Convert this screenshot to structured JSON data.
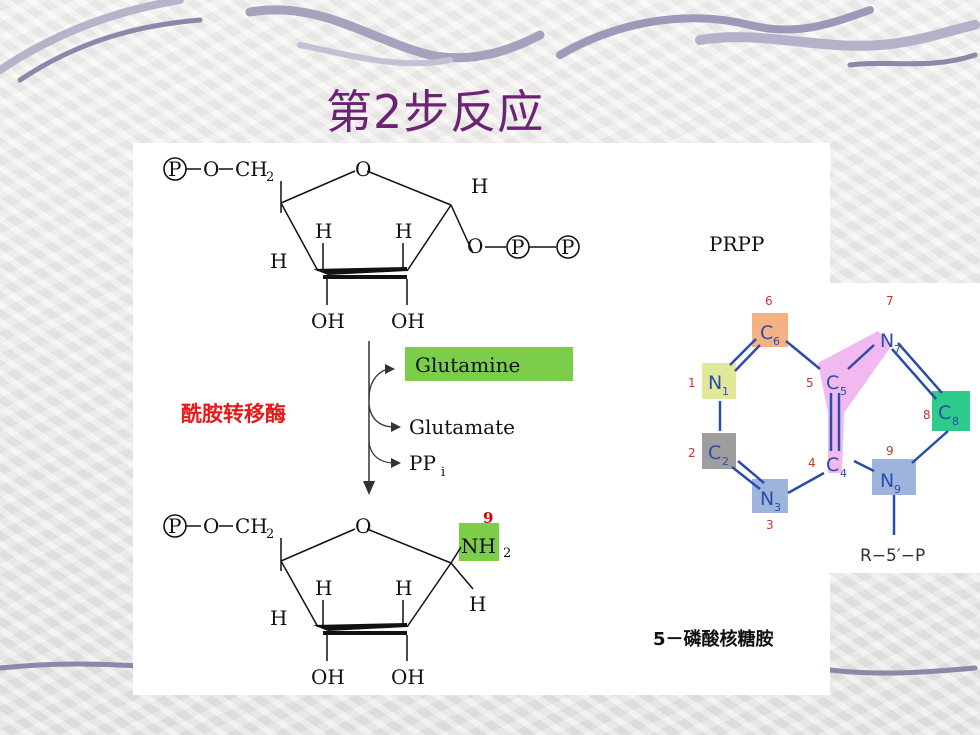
{
  "slide": {
    "title": "第2步反应"
  },
  "reaction": {
    "top_molecule": {
      "phosphate_label": "P",
      "o_label": "O",
      "ch2_label": "CH",
      "ch2_sub": "2",
      "ring_o": "O",
      "h_top_right": "H",
      "h1": "H",
      "h2": "H",
      "h_left": "H",
      "o_pyro": "O",
      "pyro_p1": "P",
      "pyro_p2": "P",
      "oh1": "OH",
      "oh2": "OH"
    },
    "prpp_label": "PRPP",
    "substrate_in": "Glutamine",
    "enzyme": "酰胺转移酶",
    "product_out1": "Glutamate",
    "product_out2_main": "PP",
    "product_out2_sub": "i",
    "bottom_molecule": {
      "phosphate_label": "P",
      "o_label": "O",
      "ch2_label": "CH",
      "ch2_sub": "2",
      "ring_o": "O",
      "position_number": "9",
      "nh2_main": "NH",
      "nh2_sub": "2",
      "h1": "H",
      "h2": "H",
      "h_left": "H",
      "h_right": "H",
      "oh1": "OH",
      "oh2": "OH"
    },
    "product_name": "5－磷酸核糖胺"
  },
  "purine": {
    "atoms": {
      "c6": {
        "main": "C",
        "sub": "6",
        "num": "6",
        "color": "#f4b183"
      },
      "n1": {
        "main": "N",
        "sub": "1",
        "num": "1",
        "color": "#e2e89a"
      },
      "c5": {
        "main": "C",
        "sub": "5",
        "num": "5"
      },
      "n7": {
        "main": "N",
        "sub": "7",
        "num": "7"
      },
      "c8": {
        "main": "C",
        "sub": "8",
        "num": "8",
        "color": "#2ecc8a"
      },
      "c2": {
        "main": "C",
        "sub": "2",
        "num": "2",
        "color": "#9e9e9e"
      },
      "c4": {
        "main": "C",
        "sub": "4",
        "num": "4"
      },
      "n9": {
        "main": "N",
        "sub": "9",
        "num": "9",
        "color": "#9fb4dd"
      },
      "n3": {
        "main": "N",
        "sub": "3",
        "num": "3",
        "color": "#9fb4dd"
      }
    },
    "r_label": "R−5′−P",
    "highlight_color": "#f2b8f0",
    "bond_color": "#2a4da8"
  },
  "colors": {
    "title": "#6b2473",
    "enzyme": "#e8191b",
    "glutamine_box": "#7ccd4a",
    "nh2_box": "#7ccd4a"
  }
}
